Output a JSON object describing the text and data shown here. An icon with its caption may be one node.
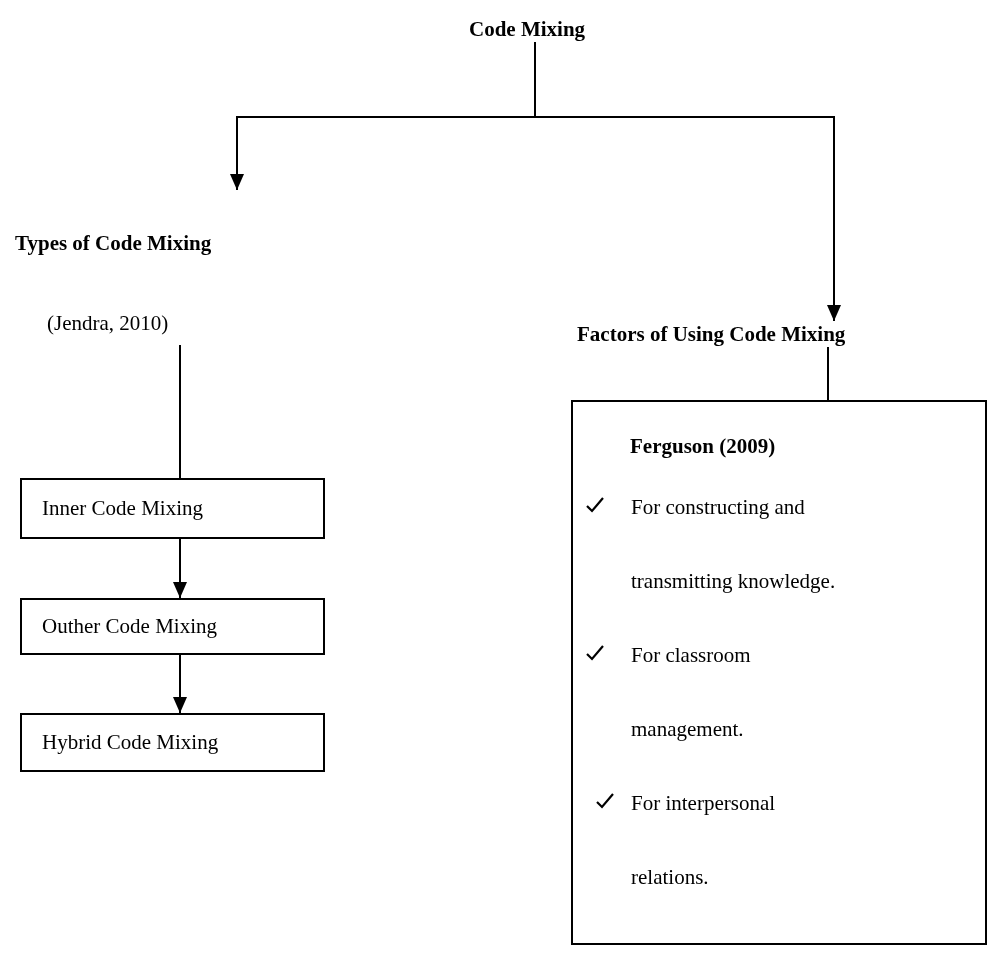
{
  "diagram": {
    "nodes": [
      {
        "text": [
          "Code Mixing"
        ]
      },
      {
        "text": [
          "Types of Code Mixing",
          "(Jendra, 2010)"
        ]
      },
      {
        "text": [
          "Factors of Using Code Mixing"
        ]
      },
      {
        "text": [
          "Inner Code Mixing"
        ]
      },
      {
        "text": [
          "Outher Code Mixing"
        ]
      },
      {
        "text": [
          "Hybrid Code Mixing"
        ]
      },
      {
        "text": [
          "Ferguson (2009)",
          "For constructing and transmitting knowledge.",
          "For classroom management.",
          "For interpersonal relations."
        ]
      }
    ],
    "edges": [
      {
        "from": 0,
        "to": 1,
        "arrow": "to"
      },
      {
        "from": 0,
        "to": 2,
        "arrow": "to"
      },
      {
        "from": 1,
        "to": 3,
        "arrow": "none"
      },
      {
        "from": 3,
        "to": 4,
        "arrow": "to"
      },
      {
        "from": 4,
        "to": 5,
        "arrow": "to"
      },
      {
        "from": 2,
        "to": 6,
        "arrow": "none"
      }
    ]
  }
}
